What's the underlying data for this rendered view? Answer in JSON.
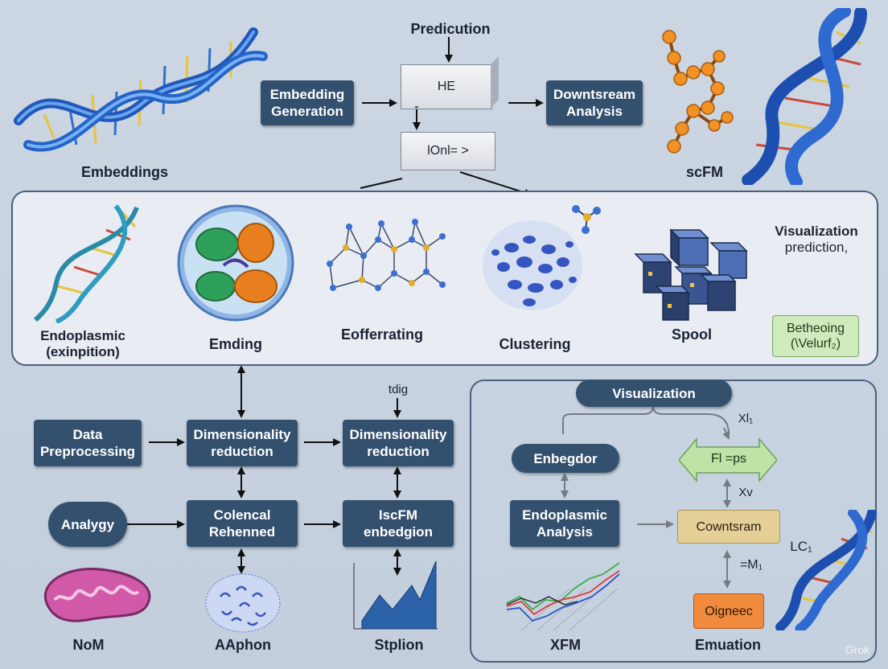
{
  "top": {
    "prediction": "Predicution",
    "he_box": "HE",
    "lonl_box": "lOnl= >",
    "embedding_generation": "Embedding\nGeneration",
    "downstream_analysis": "Downtsream\nAnalysis",
    "embeddings_label": "Embeddings",
    "scfm_label": "scFM",
    "tick": "-"
  },
  "middle": {
    "endoplasmic": "Endoplasmic\n(exinpition)",
    "emding": "Emding",
    "eofferrating": "Eofferrating",
    "clustering": "Clustering",
    "spool": "Spool",
    "visualization": "Visualization",
    "prediction": "prediction,",
    "betheoing": "Betheoing\n(\\Velurf₂)"
  },
  "lower_left": {
    "data_preprocessing": "Data\nPreprocessing",
    "dim_reduction_1": "Dimensionality\nreduction",
    "dim_reduction_2": "Dimensionality\nreduction",
    "tdig": "tdig",
    "analygy": "Analygy",
    "colencal": "Colencal\nRehenned",
    "iscfm": "IscFM\nenbedgion",
    "nom": "NoM",
    "aaphon": "AAphon",
    "stplion": "Stplion"
  },
  "lower_right": {
    "visualization": "Visualization",
    "enbegdor": "Enbegdor",
    "endoplasmic_analysis": "Endoplasmic\nAnalysis",
    "fl_ps": "Fl =ps",
    "xl": "Xl₁",
    "xv": "Xv",
    "cowntsram": "Cowntsram",
    "m": "=M₁",
    "lc": "LC₁",
    "oigneec": "Oigneec",
    "xfm": "XFM",
    "emuation": "Emuation",
    "watermark": "Grok"
  },
  "colors": {
    "box": "#34506f",
    "panel_border": "#4a5f7d",
    "dna_blue": "#2f6fd0",
    "dna_yellow": "#e7c43a",
    "green_arrow": "#bfe3a6",
    "beige_box": "#e4cf97",
    "orange_box": "#f08a3c",
    "green_box": "#cfeabc"
  },
  "icons": [
    "dna-helix-icon",
    "molecule-chain-icon",
    "cell-icon",
    "network-graph-icon",
    "cluster-blob-icon",
    "cube-stack-icon",
    "mitochondrion-icon",
    "line-chart-icon",
    "area-chart-icon"
  ]
}
